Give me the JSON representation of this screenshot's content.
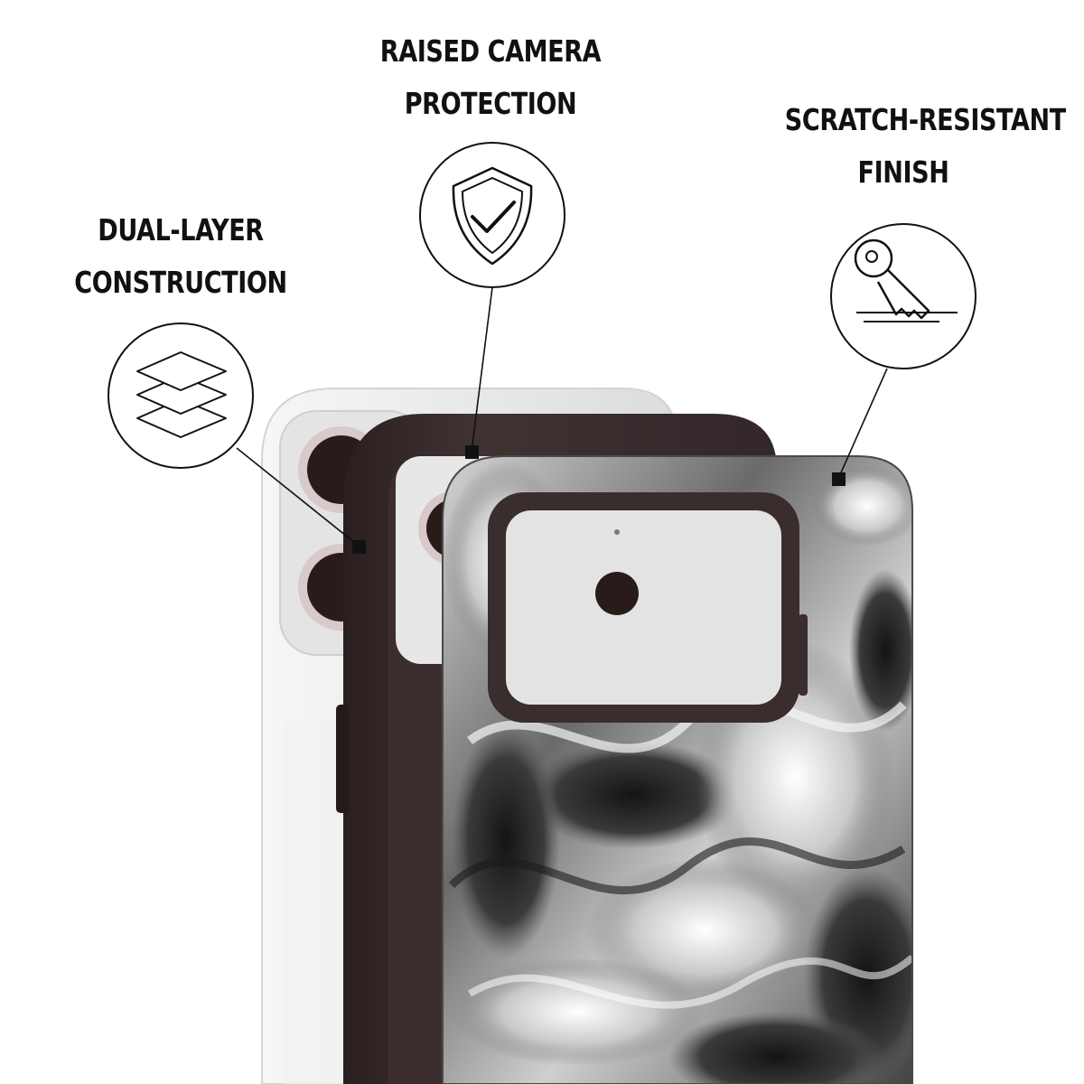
{
  "features": [
    {
      "id": "dual-layer",
      "lines": [
        "DUAL-LAYER",
        "CONSTRUCTION"
      ],
      "icon": "layers-icon"
    },
    {
      "id": "raised-camera",
      "lines": [
        "RAISED CAMERA",
        "PROTECTION"
      ],
      "icon": "shield-check-icon"
    },
    {
      "id": "scratch-resistant",
      "lines": [
        "SCRATCH-RESISTANT",
        "FINISH"
      ],
      "icon": "key-scratch-icon"
    }
  ],
  "colors": {
    "text": "#111111",
    "phone_body": "#eeeeee",
    "inner_case": "#3a2d2d",
    "chrome_dark": "#2b2b2b",
    "chrome_light": "#e8e8e8",
    "lens": "#2a1b1b"
  }
}
